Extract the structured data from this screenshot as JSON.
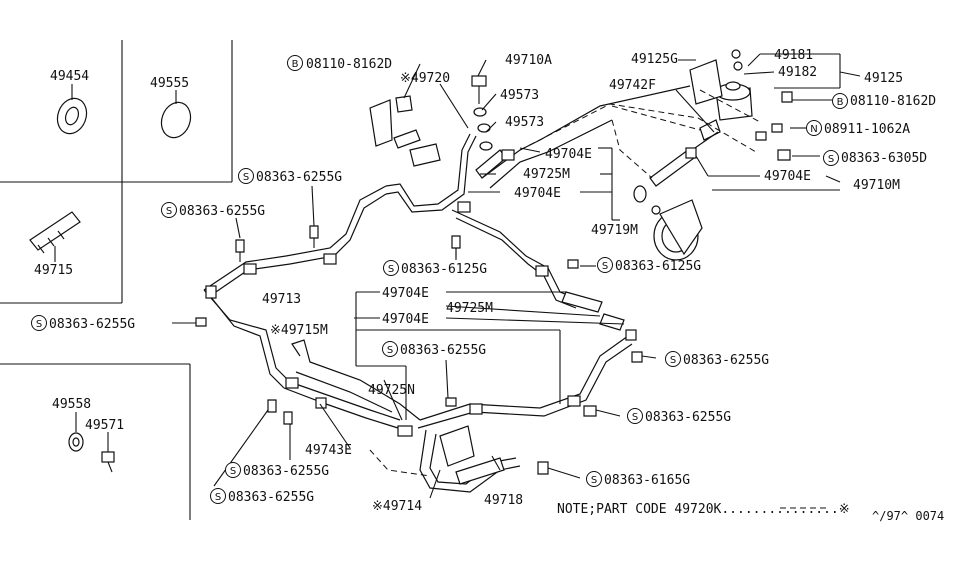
{
  "callouts": {
    "c49454": "49454",
    "c49555": "49555",
    "c49715": "49715",
    "c49558": "49558",
    "c49571": "49571",
    "b08110_top": "08110-8162D",
    "ref49720": "※49720",
    "c49710A": "49710A",
    "c49573a": "49573",
    "c49573b": "49573",
    "c49125G": "49125G",
    "c49742F": "49742F",
    "c49181": "49181",
    "c49182": "49182",
    "c49125": "49125",
    "b08110_right": "08110-8162D",
    "n08911": "08911-1062A",
    "s08363_6305D": "08363-6305D",
    "c49704E_a": "49704E",
    "c49725M_a": "49725M",
    "c49704E_b": "49704E",
    "c49704E_c": "49704E",
    "c49710M": "49710M",
    "c49719M": "49719M",
    "s08363_6255G_a": "08363-6255G",
    "s08363_6255G_b": "08363-6255G",
    "s08363_6125G_a": "08363-6125G",
    "s08363_6125G_b": "08363-6125G",
    "c49713": "49713",
    "s08363_6255G_c": "08363-6255G",
    "c49704E_d": "49704E",
    "c49725M_b": "49725M",
    "c49704E_e": "49704E",
    "ref49715M": "※49715M",
    "s08363_6255G_d": "08363-6255G",
    "s08363_6255G_e": "08363-6255G",
    "c49725N": "49725N",
    "s08363_6255G_f": "08363-6255G",
    "c49743E": "49743E",
    "s08363_6255G_g": "08363-6255G",
    "s08363_6255G_h": "08363-6255G",
    "ref49714": "※49714",
    "c49718": "49718",
    "s08363_6165G": "08363-6165G",
    "note": "NOTE;PART CODE 49720K...............※",
    "footer_code": "^/97^ 0074"
  },
  "prefix_letters": {
    "bolt": "B",
    "screw": "S",
    "nut": "N"
  }
}
